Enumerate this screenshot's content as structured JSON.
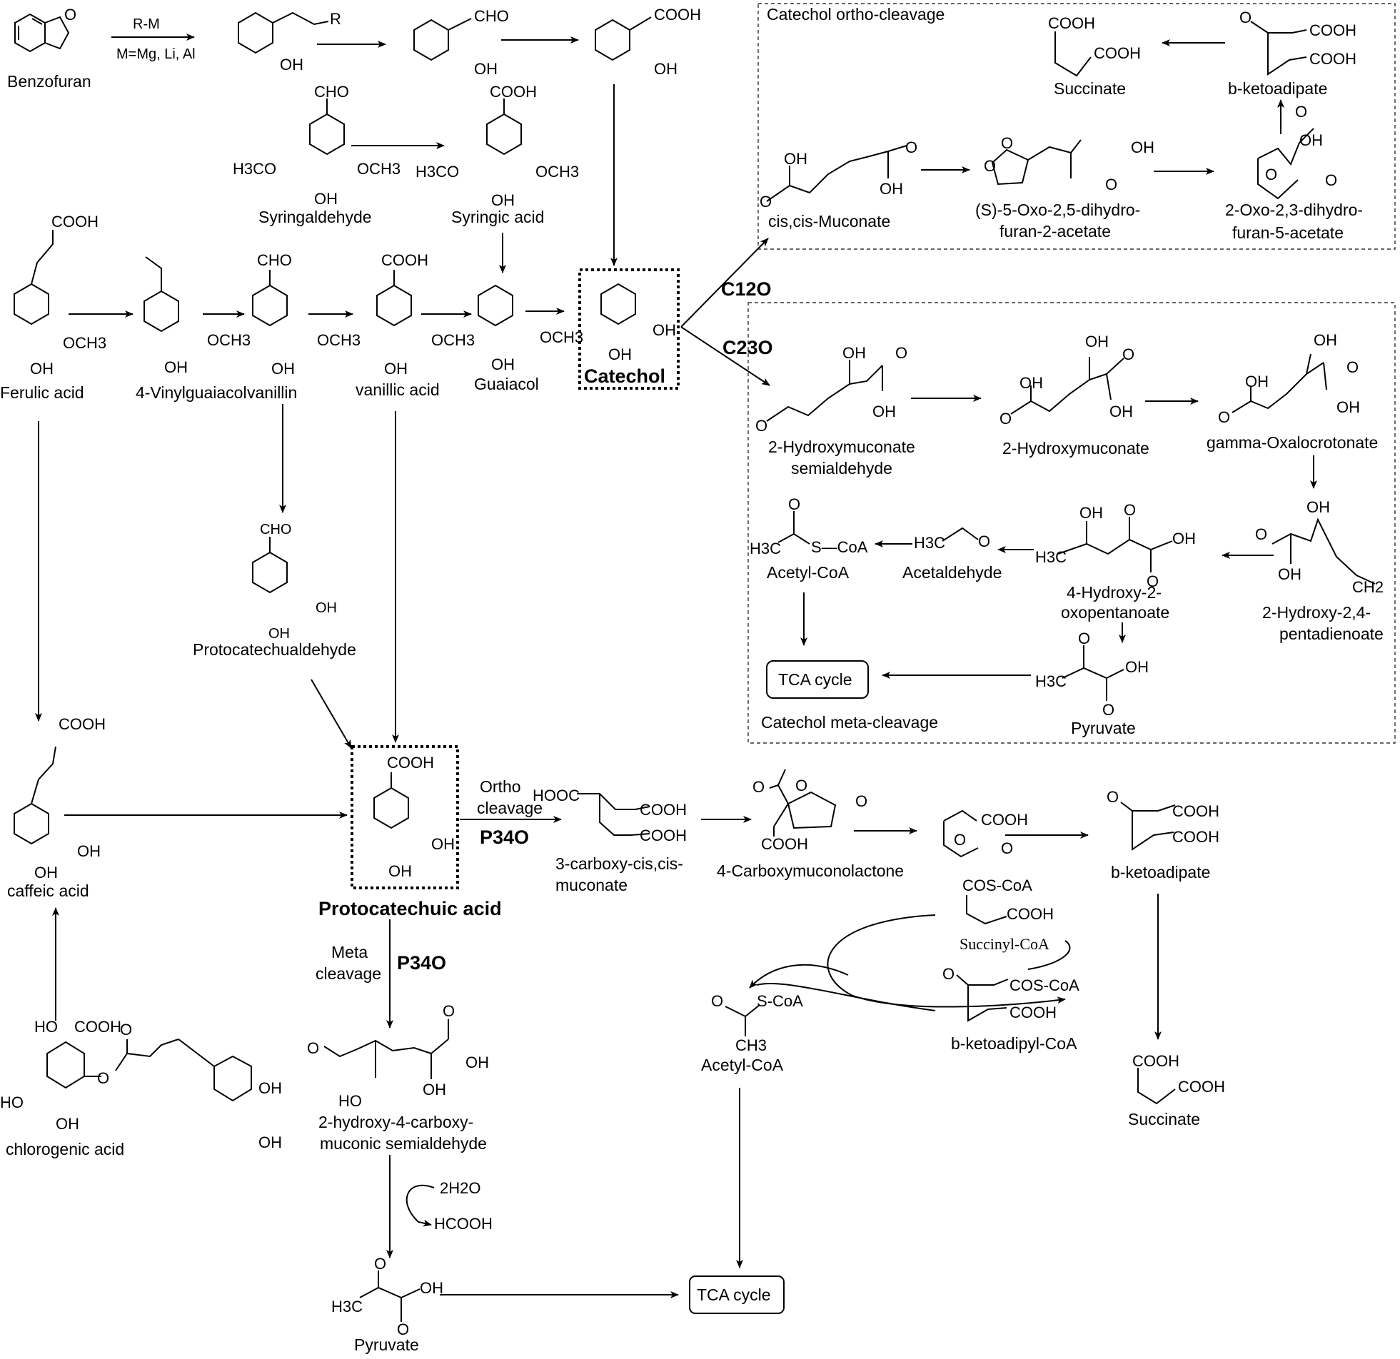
{
  "colors": {
    "accent": "#e8131b",
    "line": "#000000"
  },
  "labels": {
    "benzofuran": "Benzofuran",
    "rm": "R-M",
    "mg": "M=Mg, Li, Al",
    "syringaldehyde": "Syringaldehyde",
    "syringic": "Syringic acid",
    "ferulic": "Ferulic acid",
    "vinylguaiacol": "4-Vinylguaiacol",
    "vanillin": "vanillin",
    "vanillic": "vanillic acid",
    "guaiacol": "Guaiacol",
    "catechol": "Catechol",
    "c12o": "C12O",
    "c23o": "C23O",
    "ortho_title": "Catechol ortho-cleavage",
    "succinate_top": "Succinate",
    "bketo_top": "b-ketoadipate",
    "muconate": "cis,cis-Muconate",
    "oxo25_1": "(S)-5-Oxo-2,5-dihydro-",
    "oxo25_2": "furan-2-acetate",
    "oxo23_1": "2-Oxo-2,3-dihydro-",
    "oxo23_2": "furan-5-acetate",
    "hms_1": "2-Hydroxymuconate",
    "hms_2": "semialdehyde",
    "hm": "2-Hydroxymuconate",
    "gamma": "gamma-Oxalocrotonate",
    "acetyl_top": "Acetyl-CoA",
    "acetaldehyde": "Acetaldehyde",
    "hop_1": "4-Hydroxy-2-",
    "hop_2": "oxopentanoate",
    "hpd_1": "2-Hydroxy-2,4-",
    "hpd_2": "pentadienoate",
    "tca_top": "TCA cycle",
    "meta_title": "Catechol meta-cleavage",
    "pyruvate_top": "Pyruvate",
    "protocat_ald": "Protocatechualdehyde",
    "caffeic": "caffeic acid",
    "pca": "Protocatechuic acid",
    "ortho_1": "Ortho",
    "ortho_2": "cleavage",
    "p34o_a": "P34O",
    "p34o_b": "P34O",
    "cccm_1": "3-carboxy-cis,cis-",
    "cccm_2": "muconate",
    "cml": "4-Carboxymuconolactone",
    "bketo_bot": "b-ketoadipate",
    "succinyl": "Succinyl-CoA",
    "bketoadipyl": "b-ketoadipyl-CoA",
    "acetyl_bot": "Acetyl-CoA",
    "succinate_bot": "Succinate",
    "meta_1": "Meta",
    "meta_2": "cleavage",
    "chlorogenic": "chlorogenic acid",
    "hcms_1": "2-hydroxy-4-carboxy-",
    "hcms_2": "muconic semialdehyde",
    "water": "2H2O",
    "formic": "HCOOH",
    "pyruvate_bot": "Pyruvate",
    "tca_bot": "TCA cycle"
  },
  "groups": {
    "oh": "OH",
    "cho": "CHO",
    "cooh": "COOH",
    "hooc": "HOOC",
    "och3": "OCH3",
    "h3co": "H3CO",
    "ho": "HO",
    "o": "O",
    "r": "R",
    "h3c": "H3C",
    "ch3": "CH3",
    "ch2": "CH2",
    "scoa": "S-CoA",
    "scoa2": "S—CoA",
    "coscoa": "COS-CoA"
  }
}
